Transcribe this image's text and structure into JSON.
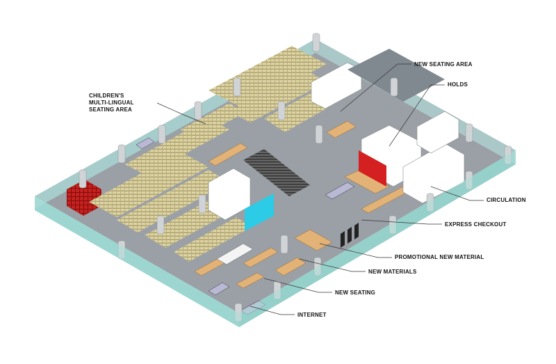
{
  "labels": {
    "childrens_area": "CHILDREN'S\nMULTI-LINGUAL\nSEATING AREA",
    "new_seating_area": "NEW SEATING AREA",
    "holds": "HOLDS",
    "circulation": "CIRCULATION",
    "express_checkout": "EXPRESS CHECKOUT",
    "promotional_new_material": "PROMOTIONAL NEW MATERIAL",
    "new_materials": "NEW MATERIALS",
    "new_seating": "NEW SEATING",
    "internet": "INTERNET"
  },
  "colors": {
    "floor": "#9aa0a6",
    "glass_wall": "#a9dcd7",
    "shelving": "#ddd3a4",
    "shelving_dark": "#a99f6c",
    "furniture_wood": "#e2b276",
    "red_accent": "#d42020",
    "cyan_accent": "#2ccbe6",
    "walls": "#ffffff"
  }
}
